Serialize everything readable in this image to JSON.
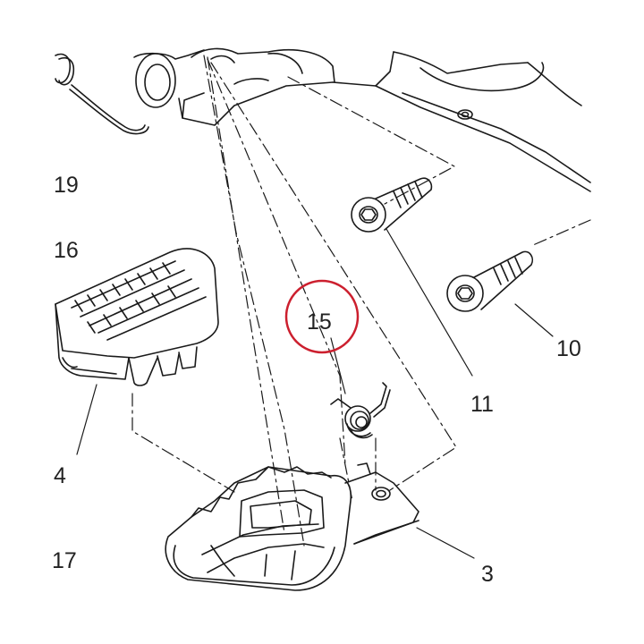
{
  "diagram": {
    "callouts": {
      "c19": "19",
      "c16": "16",
      "c15": "15",
      "c10": "10",
      "c11": "11",
      "c4": "4",
      "c17": "17",
      "c3": "3"
    },
    "highlight_color": "#cc1f2e",
    "line_color": "#1a1a1a"
  }
}
